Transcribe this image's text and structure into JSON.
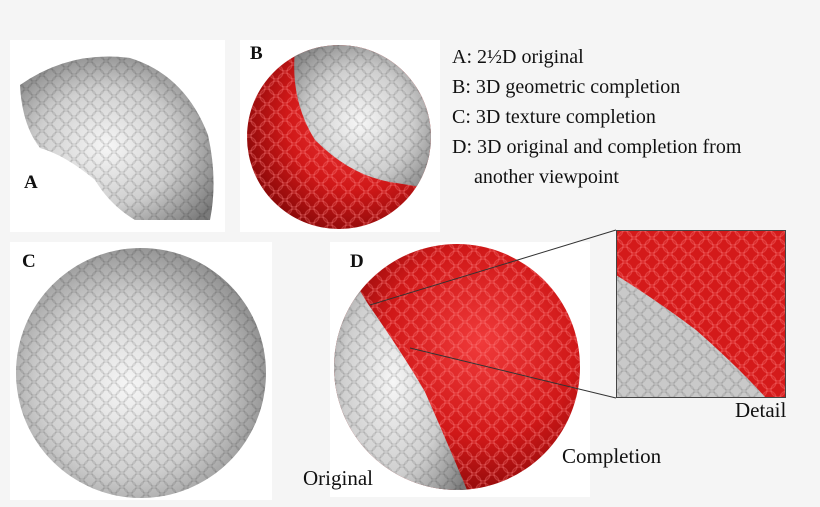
{
  "panels": {
    "a": {
      "label": "A"
    },
    "b": {
      "label": "B"
    },
    "c": {
      "label": "C"
    },
    "d": {
      "label": "D"
    }
  },
  "legend": {
    "a": "A: 2½D original",
    "b": "B: 3D geometric completion",
    "c": "C: 3D texture completion",
    "d_line1": "D: 3D original and completion from",
    "d_line2": "another viewpoint"
  },
  "captions": {
    "original": "Original",
    "completion": "Completion",
    "detail": "Detail"
  },
  "colors": {
    "completion_red": "#d41a1a",
    "original_gray": "#c8c8c8"
  }
}
